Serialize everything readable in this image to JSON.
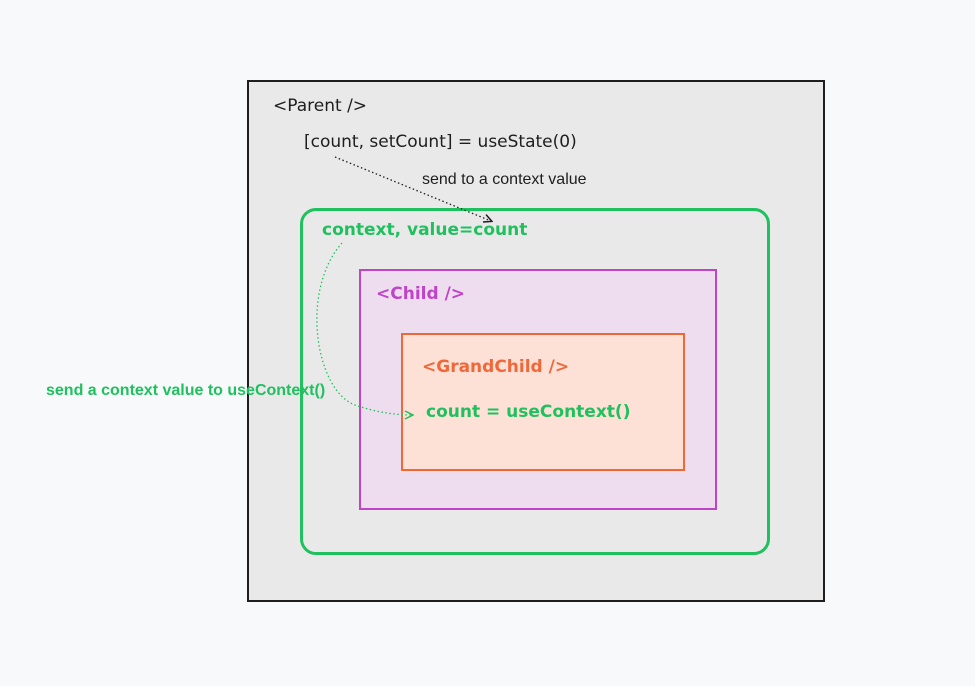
{
  "parent": {
    "label": "<Parent />",
    "state_line": "[count, setCount] = useState(0)",
    "send_note": "send to a context value",
    "border_color": "#1e1e1e",
    "fill_color": "#e9e9e9"
  },
  "context": {
    "label": "context, value=count",
    "color": "#1fc15e"
  },
  "child": {
    "label": "<Child />",
    "color": "#bf44c8",
    "fill_color": "#eedcef"
  },
  "grandchild": {
    "label": "<GrandChild />",
    "use_context_line": "count = useContext()",
    "color": "#f0683a",
    "fill_color": "#fde0d6"
  },
  "side_note": "send a context value to useContext()"
}
